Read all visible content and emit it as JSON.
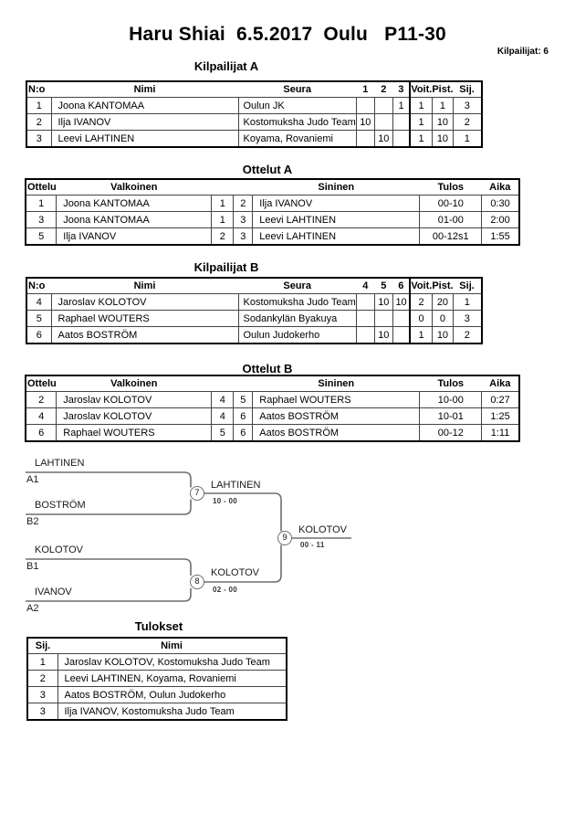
{
  "page": {
    "title": "Haru Shiai  6.5.2017  Oulu   P11-30",
    "competitors_label": "Kilpailijat: 6"
  },
  "pool_a": {
    "title": "Kilpailijat A",
    "headers": {
      "no": "N:o",
      "name": "Nimi",
      "club": "Seura",
      "m1": "1",
      "m2": "2",
      "m3": "3",
      "wins": "Voit.",
      "points": "Pist.",
      "place": "Sij."
    },
    "rows": [
      {
        "no": "1",
        "name": "Joona KANTOMAA",
        "club": "Oulun JK",
        "m1": "",
        "m2": "",
        "m3": "1",
        "wins": "1",
        "points": "1",
        "place": "3"
      },
      {
        "no": "2",
        "name": "Ilja IVANOV",
        "club": "Kostomuksha Judo Team",
        "m1": "10",
        "m2": "",
        "m3": "",
        "wins": "1",
        "points": "10",
        "place": "2"
      },
      {
        "no": "3",
        "name": "Leevi LAHTINEN",
        "club": "Koyama, Rovaniemi",
        "m1": "",
        "m2": "10",
        "m3": "",
        "wins": "1",
        "points": "10",
        "place": "1"
      }
    ]
  },
  "matches_a": {
    "title": "Ottelut A",
    "headers": {
      "match": "Ottelu",
      "white": "Valkoinen",
      "blue": "Sininen",
      "result": "Tulos",
      "time": "Aika"
    },
    "rows": [
      {
        "match": "1",
        "white": "Joona KANTOMAA",
        "wno": "1",
        "bno": "2",
        "blue": "Ilja IVANOV",
        "result": "00-10",
        "time": "0:30"
      },
      {
        "match": "3",
        "white": "Joona KANTOMAA",
        "wno": "1",
        "bno": "3",
        "blue": "Leevi LAHTINEN",
        "result": "01-00",
        "time": "2:00"
      },
      {
        "match": "5",
        "white": "Ilja IVANOV",
        "wno": "2",
        "bno": "3",
        "blue": "Leevi LAHTINEN",
        "result": "00-12s1",
        "time": "1:55"
      }
    ]
  },
  "pool_b": {
    "title": "Kilpailijat B",
    "headers": {
      "no": "N:o",
      "name": "Nimi",
      "club": "Seura",
      "m1": "4",
      "m2": "5",
      "m3": "6",
      "wins": "Voit.",
      "points": "Pist.",
      "place": "Sij."
    },
    "rows": [
      {
        "no": "4",
        "name": "Jaroslav KOLOTOV",
        "club": "Kostomuksha Judo Team",
        "m1": "",
        "m2": "10",
        "m3": "10",
        "wins": "2",
        "points": "20",
        "place": "1"
      },
      {
        "no": "5",
        "name": "Raphael WOUTERS",
        "club": "Sodankylän Byakuya",
        "m1": "",
        "m2": "",
        "m3": "",
        "wins": "0",
        "points": "0",
        "place": "3"
      },
      {
        "no": "6",
        "name": "Aatos BOSTRÖM",
        "club": "Oulun Judokerho",
        "m1": "",
        "m2": "10",
        "m3": "",
        "wins": "1",
        "points": "10",
        "place": "2"
      }
    ]
  },
  "matches_b": {
    "title": "Ottelut B",
    "headers": {
      "match": "Ottelu",
      "white": "Valkoinen",
      "blue": "Sininen",
      "result": "Tulos",
      "time": "Aika"
    },
    "rows": [
      {
        "match": "2",
        "white": "Jaroslav KOLOTOV",
        "wno": "4",
        "bno": "5",
        "blue": "Raphael WOUTERS",
        "result": "10-00",
        "time": "0:27"
      },
      {
        "match": "4",
        "white": "Jaroslav KOLOTOV",
        "wno": "4",
        "bno": "6",
        "blue": "Aatos BOSTRÖM",
        "result": "10-01",
        "time": "1:25"
      },
      {
        "match": "6",
        "white": "Raphael WOUTERS",
        "wno": "5",
        "bno": "6",
        "blue": "Aatos BOSTRÖM",
        "result": "00-12",
        "time": "1:11"
      }
    ]
  },
  "bracket": {
    "slots": {
      "sf1_top": {
        "name": "LAHTINEN",
        "seed": "A1"
      },
      "sf1_bottom": {
        "name": "BOSTRÖM",
        "seed": "B2"
      },
      "sf2_top": {
        "name": "KOLOTOV",
        "seed": "B1"
      },
      "sf2_bottom": {
        "name": "IVANOV",
        "seed": "A2"
      }
    },
    "matches": {
      "m7": {
        "no": "7",
        "winner": "LAHTINEN",
        "score": "10 - 00"
      },
      "m8": {
        "no": "8",
        "winner": "KOLOTOV",
        "score": "02 - 00"
      },
      "m9": {
        "no": "9",
        "winner": "KOLOTOV",
        "score": "00 - 11"
      }
    },
    "line_color": "#6e6e6e"
  },
  "results": {
    "title": "Tulokset",
    "headers": {
      "place": "Sij.",
      "name": "Nimi"
    },
    "rows": [
      {
        "place": "1",
        "name": "Jaroslav KOLOTOV, Kostomuksha Judo Team"
      },
      {
        "place": "2",
        "name": "Leevi LAHTINEN, Koyama, Rovaniemi"
      },
      {
        "place": "3",
        "name": "Aatos BOSTRÖM, Oulun Judokerho"
      },
      {
        "place": "3",
        "name": "Ilja IVANOV, Kostomuksha Judo Team"
      }
    ]
  }
}
